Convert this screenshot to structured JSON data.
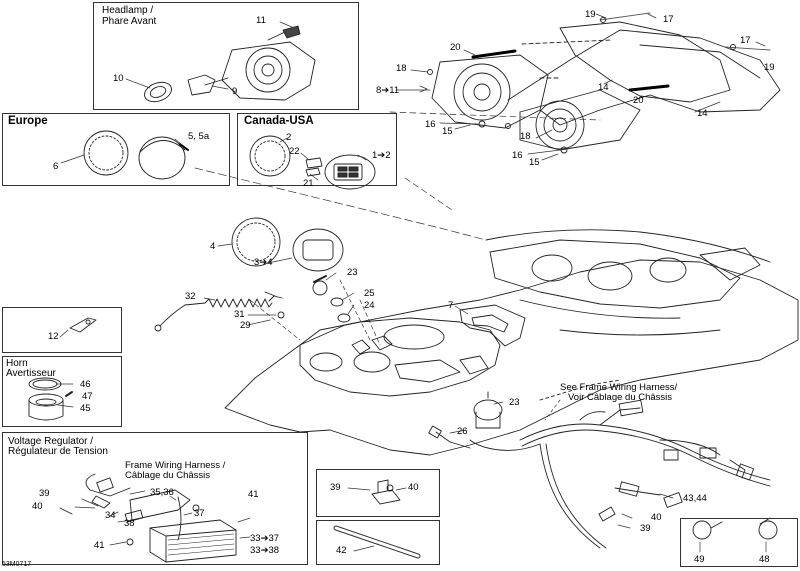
{
  "panels": {
    "headlamp": {
      "title_line1": "Headlamp /",
      "title_line2": "Phare Avant"
    },
    "europe": {
      "title": "Europe"
    },
    "canada_usa": {
      "title": "Canada-USA"
    },
    "horn": {
      "title_line1": "Horn",
      "title_line2": "Avertisseur"
    },
    "regulator": {
      "title_line1": "Voltage Regulator /",
      "title_line2": "Régulateur de Tension"
    }
  },
  "notes": {
    "frame_harness_right": {
      "line1": "See Frame Wiring Harness/",
      "line2": "Voir Câblage du Châssis"
    },
    "frame_harness_regulator": {
      "line1": "Frame Wiring Harness /",
      "line2": "Câblage du Châssis"
    }
  },
  "callouts": {
    "c11_head": "11",
    "c10": "10",
    "c9": "9",
    "c19a": "19",
    "c17a": "17",
    "c20a": "20",
    "c17b": "17",
    "c19b": "19",
    "c18a": "18",
    "c8_11": "8➔11",
    "c14a": "14",
    "c20b": "20",
    "c14b": "14",
    "c16a": "16",
    "c15a": "15",
    "c18b": "18",
    "c16b": "16",
    "c15b": "15",
    "c6": "6",
    "c5": "5, 5a",
    "c2": "2",
    "c22": "22",
    "c21": "21",
    "c1_2": "1➔2",
    "c4": "4",
    "c3_4": "3➔4",
    "c23a": "23",
    "c25": "25",
    "c24": "24",
    "c32": "32",
    "c31": "31",
    "c29": "29",
    "c7": "7",
    "c12": "12",
    "c46": "46",
    "c47": "47",
    "c45": "45",
    "c23b": "23",
    "c26": "26",
    "c39a": "39",
    "c40a": "40",
    "c35_36": "35,36",
    "c41a": "41",
    "c34": "34",
    "c38": "38",
    "c37": "37",
    "c41b": "41",
    "c33_37": "33➔37",
    "c33_38": "33➔38",
    "c39b": "39",
    "c40b": "40",
    "c42": "42",
    "c43_44": "43,44",
    "c40c": "40",
    "c39c": "39",
    "c49": "49",
    "c48": "48"
  },
  "diagram_code": "53M0717"
}
